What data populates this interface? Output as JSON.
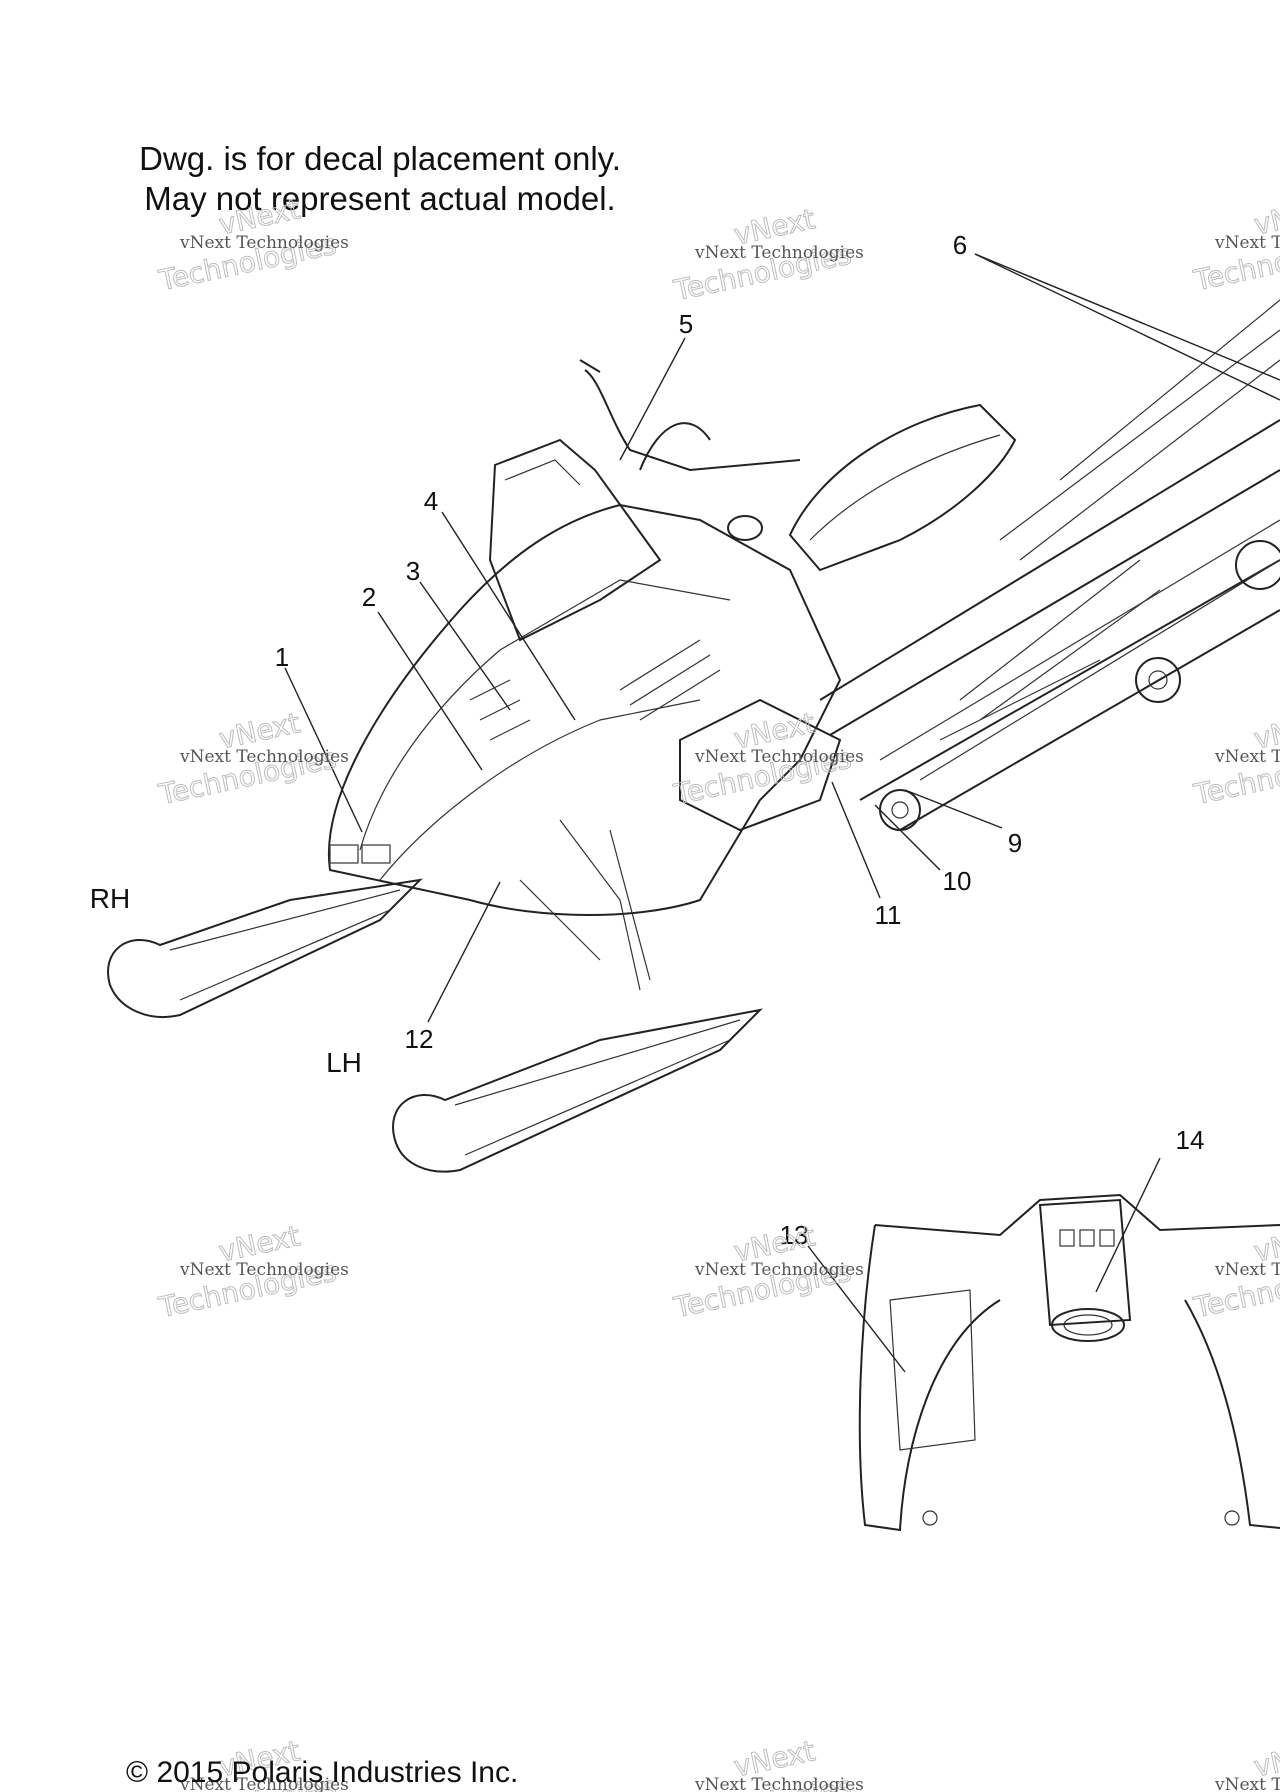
{
  "notes": {
    "line1": "Dwg. is for decal placement only.",
    "line2": "May not represent actual model."
  },
  "callouts": [
    "1",
    "2",
    "3",
    "4",
    "5",
    "6",
    "9",
    "10",
    "11",
    "12",
    "13",
    "14"
  ],
  "sides": {
    "right": "RH",
    "left": "LH"
  },
  "watermark": {
    "line1": "vNext Technologies",
    "line2": "Technologies",
    "line3": "vNext"
  },
  "copyright": "© 2015 Polaris Industries Inc."
}
